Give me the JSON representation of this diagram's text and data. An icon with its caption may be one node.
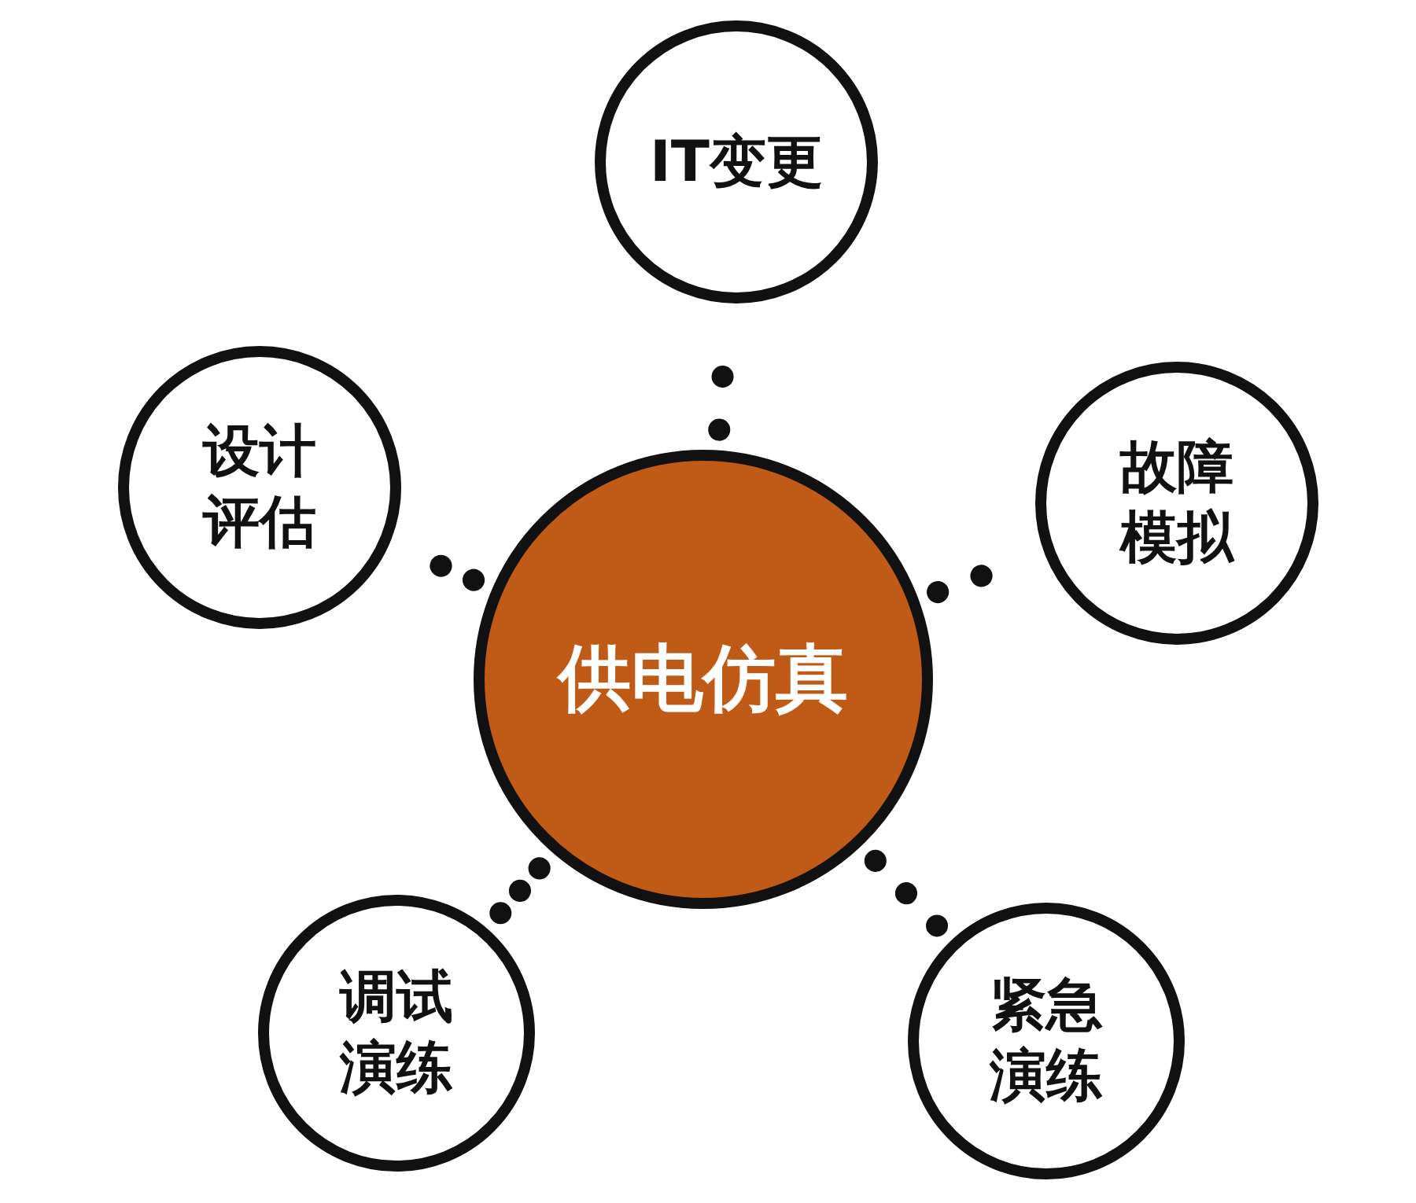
{
  "diagram": {
    "nodes": [
      {
        "text": [
          "供电仿真"
        ]
      },
      {
        "text": [
          "IT变更"
        ]
      },
      {
        "text": [
          "故障模拟"
        ]
      },
      {
        "text": [
          "紧急演练"
        ]
      },
      {
        "text": [
          "调试演练"
        ]
      },
      {
        "text": [
          "设计评估"
        ]
      }
    ],
    "edges": [
      {
        "from": 0,
        "to": 1,
        "arrow": "none"
      },
      {
        "from": 0,
        "to": 2,
        "arrow": "none"
      },
      {
        "from": 0,
        "to": 3,
        "arrow": "none"
      },
      {
        "from": 0,
        "to": 4,
        "arrow": "none"
      },
      {
        "from": 0,
        "to": 5,
        "arrow": "none"
      }
    ]
  }
}
